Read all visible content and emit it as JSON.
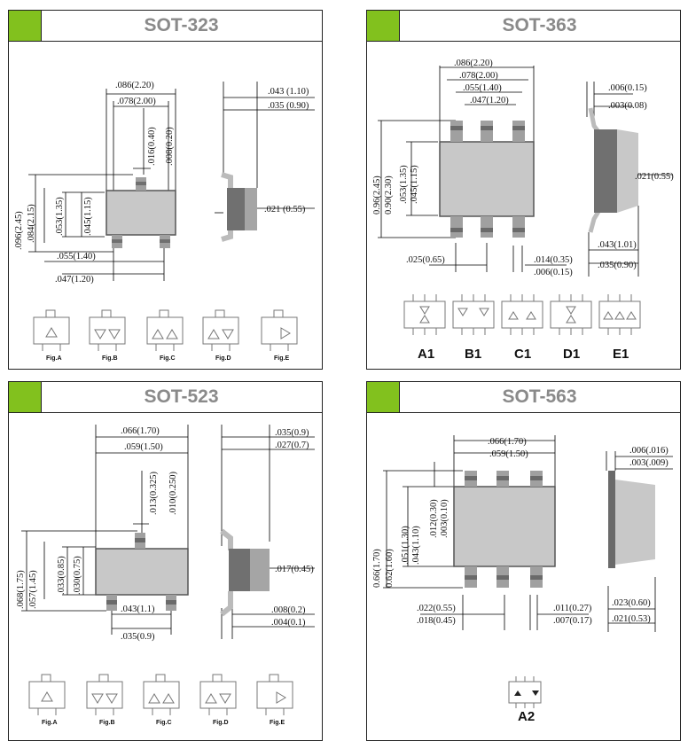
{
  "colors": {
    "accent": "#82c11e",
    "body": "#c8c8c8",
    "outline": "#555555",
    "title": "#8a8a8a"
  },
  "panels": {
    "sot323": {
      "title": "SOT-323",
      "dims": {
        "a1": ".086(2.20)",
        "a2": ".078(2.00)",
        "a3": ".016(0.40)",
        "a4": ".008(0.20)",
        "h1": ".096(2.45)",
        "h2": ".084(2.15)",
        "b1": ".053(1.35)",
        "b2": ".045(1.15)",
        "p1": ".055(1.40)",
        "p2": ".047(1.20)",
        "s1": ".043 (1.10)",
        "s2": ".035 (0.90)",
        "s3": ".021 (0.55)"
      },
      "figs": [
        "Fig.A",
        "Fig.B",
        "Fig.C",
        "Fig.D",
        "Fig.E"
      ]
    },
    "sot363": {
      "title": "SOT-363",
      "dims": {
        "a1": ".086(2.20)",
        "a2": ".078(2.00)",
        "a3": ".055(1.40)",
        "a4": ".047(1.20)",
        "h1": "0.96(2.45)",
        "h2": "0.90(2.30)",
        "b1": ".053(1.35)",
        "b2": ".045(1.15)",
        "p1": ".025(0.65)",
        "l1": ".014(0.35)",
        "l2": ".006(0.15)",
        "s1": ".006(0.15)",
        "s2": ".003(0.08)",
        "s3": ".021(0.55)",
        "s4": ".043(1.01)",
        "s5": ".035(0.90)"
      },
      "variants": [
        "A1",
        "B1",
        "C1",
        "D1",
        "E1"
      ]
    },
    "sot523": {
      "title": "SOT-523",
      "dims": {
        "a1": ".066(1.70)",
        "a2": ".059(1.50)",
        "a3": ".013(0.325)",
        "a4": ".010(0.250)",
        "h1": ".068(1.75)",
        "h2": ".057(1.45)",
        "b1": ".033(0.85)",
        "b2": ".030(0.75)",
        "p1": ".043(1.1)",
        "p2": ".035(0.9)",
        "s1": ".035(0.9)",
        "s2": ".027(0.7)",
        "s3": ".017(0.45)",
        "s4": ".008(0.2)",
        "s5": ".004(0.1)"
      },
      "figs": [
        "Fig.A",
        "Fig.B",
        "Fig.C",
        "Fig.D",
        "Fig.E"
      ]
    },
    "sot563": {
      "title": "SOT-563",
      "dims": {
        "a1": ".066(1.70)",
        "a2": ".059(1.50)",
        "h1": "0.66(1.70)",
        "h2": "0.62(1.60)",
        "b1": ".051(1.30)",
        "b2": ".043(1.10)",
        "t1": ".012(0.30)",
        "t2": ".003(0.10)",
        "p1": ".022(0.55)",
        "p2": ".018(0.45)",
        "l1": ".011(0.27)",
        "l2": ".007(0.17)",
        "s1": ".006(.016)",
        "s2": ".003(.009)",
        "s3": ".023(0.60)",
        "s4": ".021(0.53)"
      },
      "variant": "A2"
    }
  }
}
